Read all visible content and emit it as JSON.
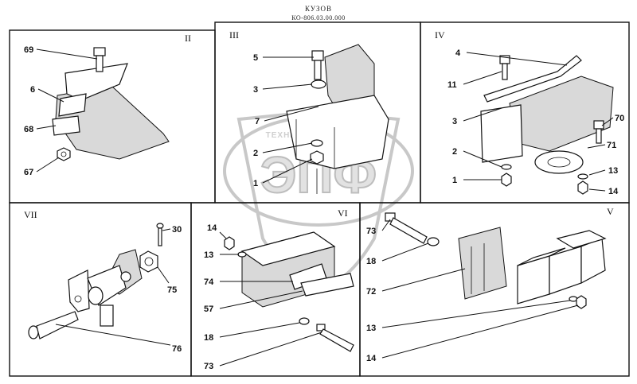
{
  "header": {
    "title": "КУЗОВ",
    "code": "КО-806.03.00.000"
  },
  "watermark": {
    "big": "ЭПФ",
    "small": "ТЕХНИКА И ЗАПЧАСТИ"
  },
  "panels": [
    {
      "roman": "II",
      "callouts": [
        "69",
        "6",
        "68",
        "67"
      ]
    },
    {
      "roman": "III",
      "callouts": [
        "5",
        "3",
        "7",
        "2",
        "1"
      ]
    },
    {
      "roman": "IV",
      "callouts": [
        "4",
        "11",
        "3",
        "2",
        "1",
        "70",
        "71",
        "13",
        "14"
      ]
    },
    {
      "roman": "VII",
      "callouts": [
        "30",
        "75",
        "76"
      ]
    },
    {
      "roman": "VI",
      "callouts": [
        "14",
        "13",
        "74",
        "57",
        "18",
        "73"
      ]
    },
    {
      "roman": "V",
      "callouts": [
        "73",
        "18",
        "72",
        "13",
        "14"
      ]
    }
  ],
  "colors": {
    "ink": "#111111",
    "watermark": "#c8c8c8"
  }
}
